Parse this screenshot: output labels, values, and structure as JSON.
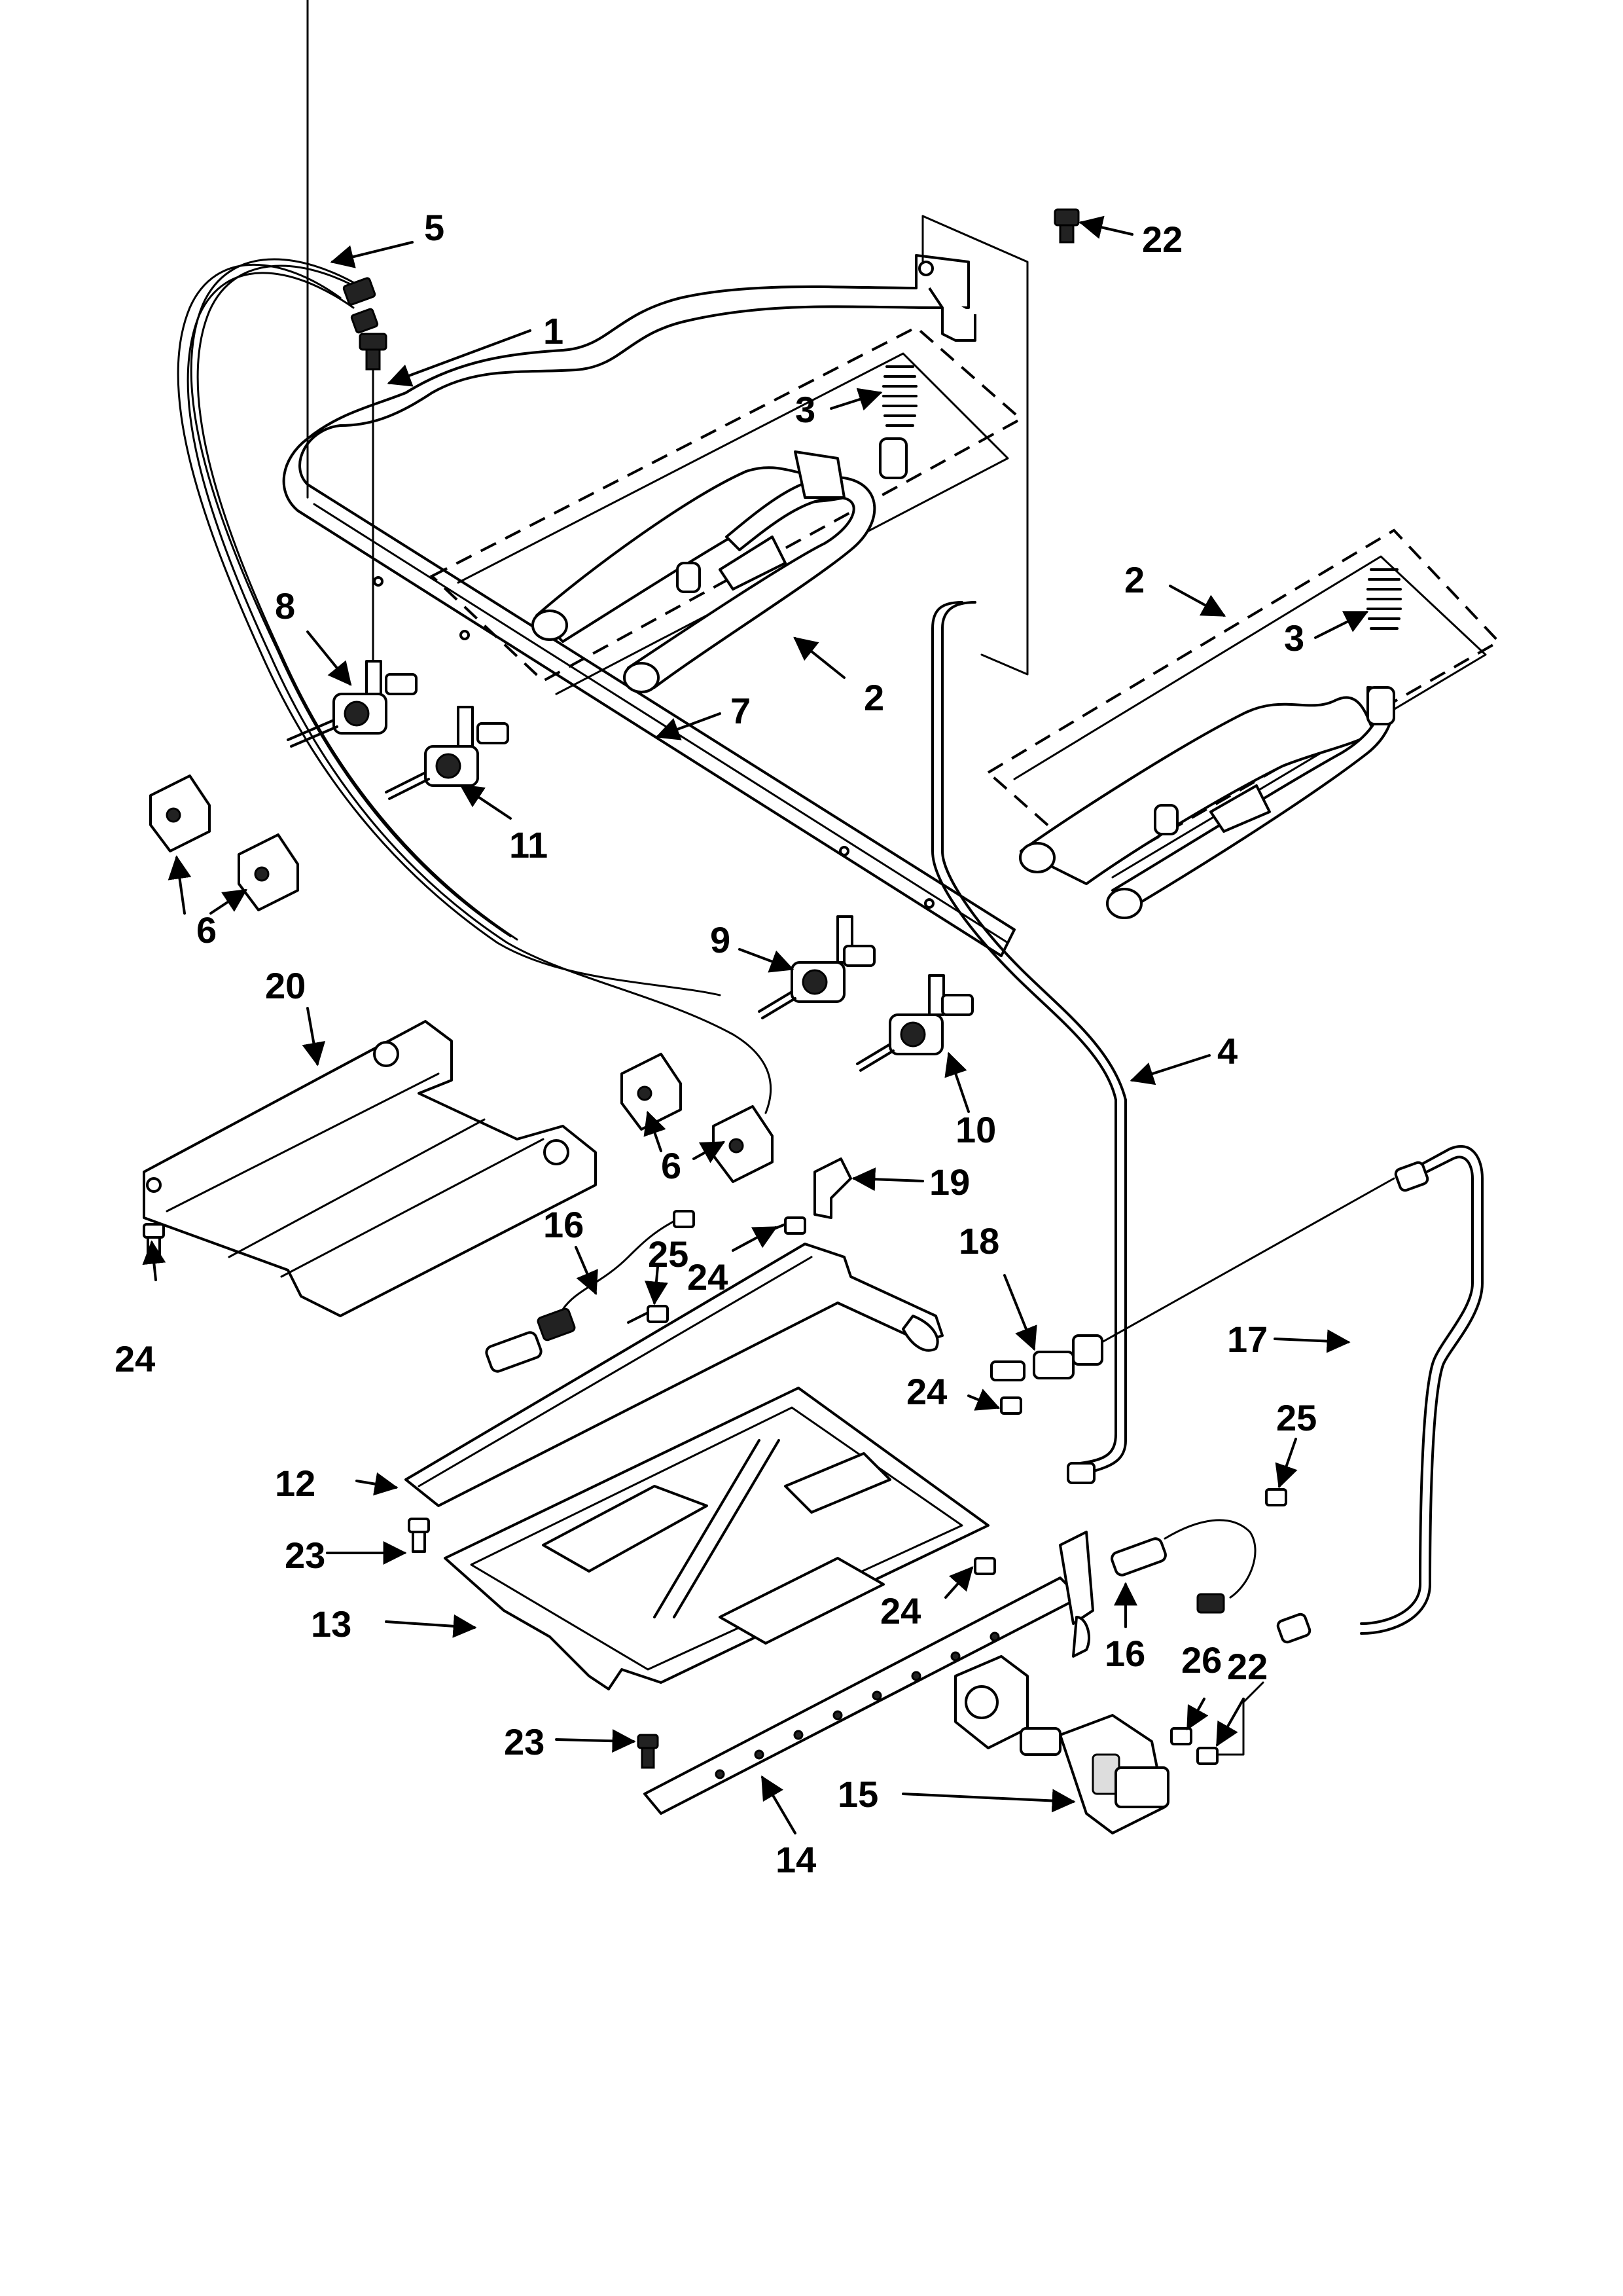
{
  "callouts": [
    {
      "id": "c5",
      "text": "5"
    },
    {
      "id": "c22a",
      "text": "22"
    },
    {
      "id": "c1",
      "text": "1"
    },
    {
      "id": "c3a",
      "text": "3"
    },
    {
      "id": "c2a",
      "text": "2"
    },
    {
      "id": "c3b",
      "text": "3"
    },
    {
      "id": "c8",
      "text": "8"
    },
    {
      "id": "c2b",
      "text": "2"
    },
    {
      "id": "c7",
      "text": "7"
    },
    {
      "id": "c11",
      "text": "11"
    },
    {
      "id": "c6a",
      "text": "6"
    },
    {
      "id": "c9",
      "text": "9"
    },
    {
      "id": "c20",
      "text": "20"
    },
    {
      "id": "c4",
      "text": "4"
    },
    {
      "id": "c10",
      "text": "10"
    },
    {
      "id": "c6b",
      "text": "6"
    },
    {
      "id": "c19",
      "text": "19"
    },
    {
      "id": "c16a",
      "text": "16"
    },
    {
      "id": "c25a",
      "text": "25"
    },
    {
      "id": "c18",
      "text": "18"
    },
    {
      "id": "c24a",
      "text": "24"
    },
    {
      "id": "c24b",
      "text": "24"
    },
    {
      "id": "c17",
      "text": "17"
    },
    {
      "id": "c24c",
      "text": "24"
    },
    {
      "id": "c25b",
      "text": "25"
    },
    {
      "id": "c12",
      "text": "12"
    },
    {
      "id": "c23a",
      "text": "23"
    },
    {
      "id": "c13",
      "text": "13"
    },
    {
      "id": "c24d",
      "text": "24"
    },
    {
      "id": "c16b",
      "text": "16"
    },
    {
      "id": "c26",
      "text": "26"
    },
    {
      "id": "c22b",
      "text": "22"
    },
    {
      "id": "c23b",
      "text": "23"
    },
    {
      "id": "c15",
      "text": "15"
    },
    {
      "id": "c14",
      "text": "14"
    }
  ]
}
